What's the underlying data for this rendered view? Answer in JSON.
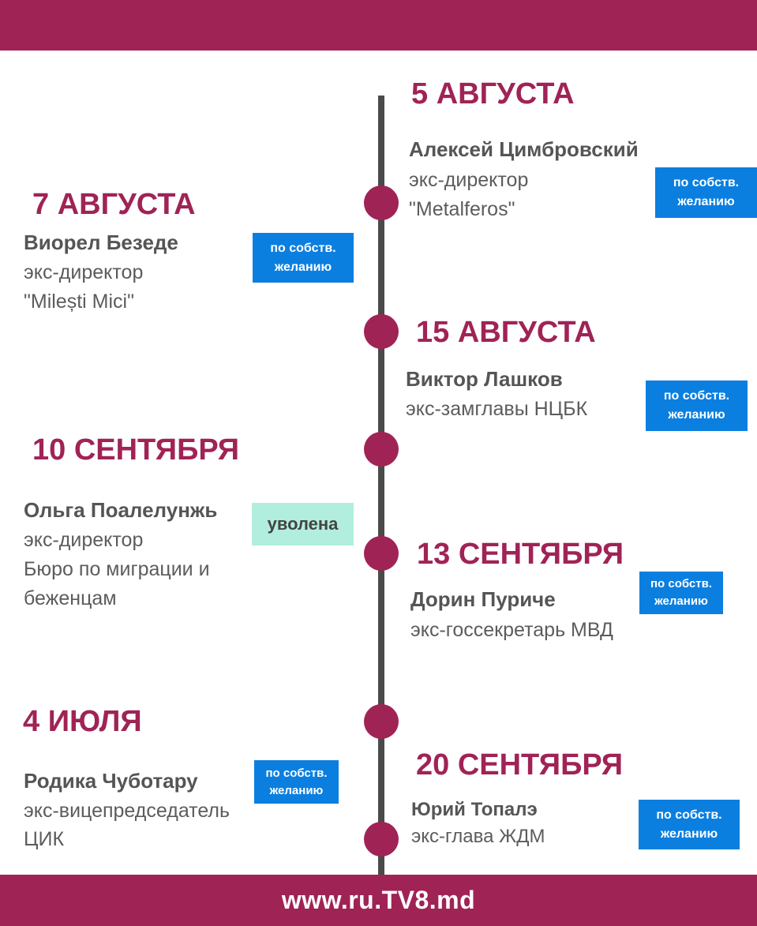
{
  "footer": {
    "url": "www.ru.TV8.md"
  },
  "badges": {
    "voluntary_line1": "по собств.",
    "voluntary_line2": "желанию",
    "fired": "уволена"
  },
  "entries": [
    {
      "date": "5 АВГУСТА",
      "name": "Алексей Цимбровский",
      "role_line1": "экс-директор",
      "role_line2": "\"Metalferos\""
    },
    {
      "date": "7 АВГУСТА",
      "name": "Виорел Безеде",
      "role_line1": "экс-директор",
      "role_line2": "\"Milești Mici\""
    },
    {
      "date": "15 АВГУСТА",
      "name": "Виктор Лашков",
      "role_line1": "экс-замглавы НЦБК"
    },
    {
      "date": "10 СЕНТЯБРЯ",
      "name": "Ольга Поалелунжь",
      "role_line1": "экс-директор",
      "role_line2": "Бюро по миграции и",
      "role_line3": "беженцам"
    },
    {
      "date": "13 СЕНТЯБРЯ",
      "name": "Дорин Пуриче",
      "role_line1": "экс-госсекретарь МВД"
    },
    {
      "date": "4 ИЮЛЯ",
      "name": "Родика Чуботару",
      "role_line1": "экс-вицепредседатель",
      "role_line2": "ЦИК"
    },
    {
      "date": "20 СЕНТЯБРЯ",
      "name": "Юрий Топалэ",
      "role_line1": "экс-глава ЖДМ"
    }
  ]
}
